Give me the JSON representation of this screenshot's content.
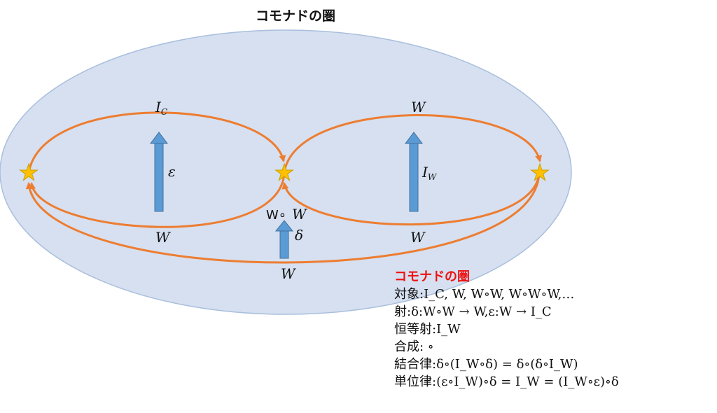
{
  "title": "コモナドの圏",
  "diagram": {
    "labels": {
      "ic_top": "I",
      "ic_sub": "C",
      "w_top": "W",
      "epsilon": "ε",
      "iw_mid": "I",
      "iw_sub": "W",
      "w_left_bottom": "W",
      "w_right_bottom": "W",
      "wow": "W∘",
      "wow_w": "W",
      "delta": "δ",
      "w_outer": "W"
    }
  },
  "legend": {
    "title": "コモナドの圏",
    "rows": [
      {
        "key": "対象",
        "value": ":I_C, W, W∘W, W∘W∘W,…"
      },
      {
        "key": "射",
        "value": ":δ:W∘W → W,ε:W → I_C"
      },
      {
        "key": "恒等射",
        "value": ":I_W"
      },
      {
        "key": "合成",
        "value": ": ∘"
      },
      {
        "key": "結合律",
        "value": ":δ∘(I_W∘δ) = δ∘(δ∘I_W)"
      },
      {
        "key": "単位律",
        "value": ":(ε∘I_W)∘δ = I_W = (I_W∘ε)∘δ"
      }
    ]
  },
  "colors": {
    "ellipse_fill": "#d6e0f0",
    "ellipse_stroke": "#a9bfdd",
    "orange": "#ed7d31",
    "blue": "#5b9bd5",
    "star": "#ffc000",
    "legend_title": "#ee1111"
  }
}
